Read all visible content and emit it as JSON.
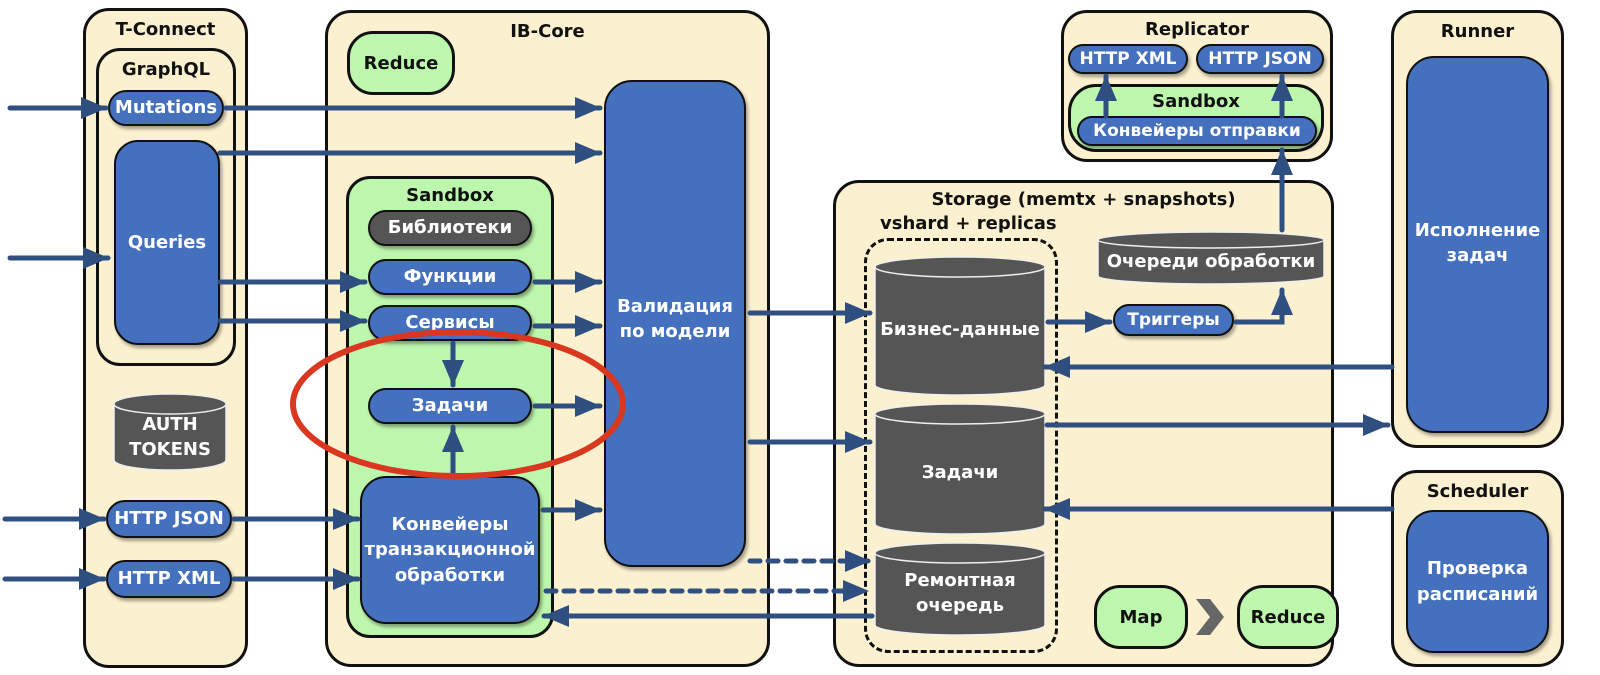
{
  "colors": {
    "container_fill": "#fbf0cf",
    "sandbox_fill": "#bdf6ad",
    "component_blue": "#4470bd",
    "storage_gray": "#555555",
    "arrow": "#2f4f80",
    "highlight_ellipse": "#d9371f"
  },
  "t_connect": {
    "title": "T-Connect",
    "graphql": {
      "title": "GraphQL",
      "mutations": "Mutations",
      "queries": "Queries"
    },
    "auth_tokens": [
      "AUTH",
      "TOKENS"
    ],
    "http_json": "HTTP JSON",
    "http_xml": "HTTP XML"
  },
  "ib_core": {
    "title": "IB-Core",
    "reduce": "Reduce",
    "sandbox": {
      "title": "Sandbox",
      "libraries": "Библиотеки",
      "functions": "Функции",
      "services": "Сервисы",
      "tasks": "Задачи",
      "pipelines": [
        "Конвейеры",
        "транзакционной",
        "обработки"
      ]
    },
    "validation": [
      "Валидация",
      "по модели"
    ]
  },
  "replicator": {
    "title": "Replicator",
    "http_xml": "HTTP XML",
    "http_json": "HTTP JSON",
    "sandbox_title": "Sandbox",
    "send_pipelines": "Конвейеры отправки"
  },
  "storage": {
    "title": "Storage (memtx + snapshots)",
    "vshard_title": "vshard + replicas",
    "business_data": "Бизнес-данные",
    "tasks": "Задачи",
    "repair_queue": [
      "Ремонтная",
      "очередь"
    ],
    "processing_queues": "Очереди обработки",
    "triggers": "Триггеры",
    "map": "Map",
    "reduce": "Reduce"
  },
  "runner": {
    "title": "Runner",
    "execution": [
      "Исполнение",
      "задач"
    ]
  },
  "scheduler": {
    "title": "Scheduler",
    "check": [
      "Проверка",
      "расписаний"
    ]
  }
}
